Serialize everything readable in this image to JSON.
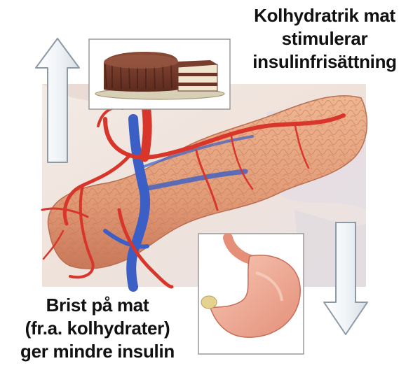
{
  "captions": {
    "top": [
      "Kolhydratrik mat",
      "stimulerar",
      "insulinfrisättning"
    ],
    "bottom": [
      "Brist på mat",
      "(fr.a. kolhydrater)",
      "ger mindre insulin"
    ]
  },
  "arrows": {
    "up": {
      "direction": "up",
      "color": "#eef3f7",
      "outline": "#8d9aa6"
    },
    "down": {
      "direction": "down",
      "color": "#eef3f7",
      "outline": "#8d9aa6"
    }
  },
  "colors": {
    "pancreas": "#e6a27e",
    "artery": "#d9362b",
    "vein": "#3b5fc4",
    "background": "#f1e6df"
  }
}
